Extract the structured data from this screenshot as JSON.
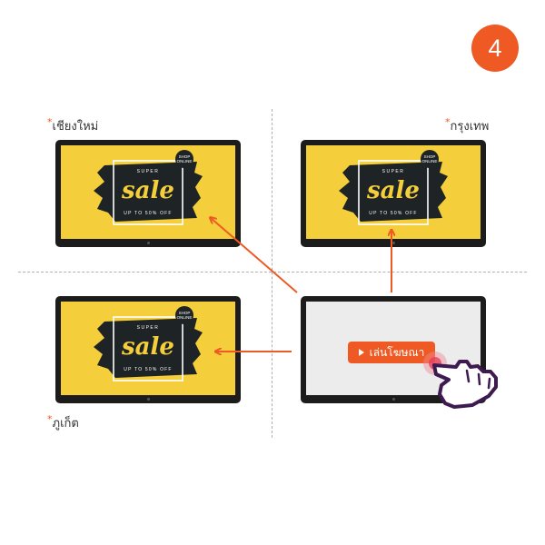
{
  "step": {
    "number": "4"
  },
  "cities": {
    "top_left": {
      "star": "*",
      "name": "เชียงใหม่"
    },
    "top_right": {
      "star": "*",
      "name": "กรุงเทพ"
    },
    "bottom_left": {
      "star": "*",
      "name": "ภูเก็ต"
    }
  },
  "sale_screen": {
    "super": "SUPER",
    "word": "sale",
    "upto": "UP TO 50% OFF",
    "shop_line1": "SHOP",
    "shop_line2": "ONLINE"
  },
  "play_button": {
    "label": "เล่นโฆษณา",
    "icon": "play-icon"
  },
  "colors": {
    "accent": "#ef5a24",
    "screen_yellow": "#f5cf3b",
    "brush": "#1e2325",
    "tv_frame": "#1c1c1c",
    "blank_screen": "#ececec",
    "hand_outline": "#3d1a4f"
  }
}
